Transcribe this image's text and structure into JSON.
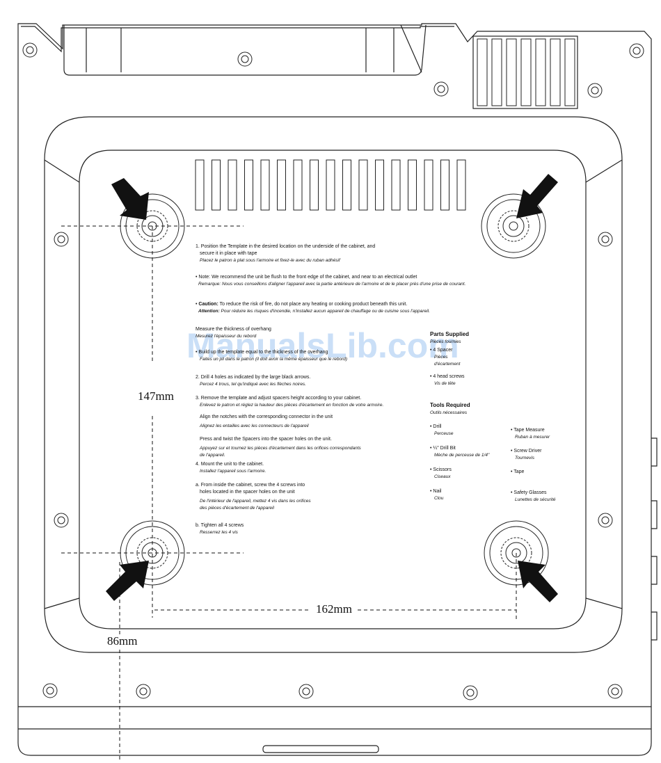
{
  "instructions": {
    "step1": "1. Position the Template in the desired location on the underside of the cabinet, and",
    "step1b": "secure it in place with tape",
    "step1_fr": "Placez le patron à plat sous l'armoire et fixez-le avec du ruban adhésif",
    "note": "• Note: We recommend the unit be flush to the front edge of the cabinet, and near to an electrical outlet",
    "note_fr": "Remarque: Nous vous conseillons d'aligner l'appareil avec la partie antérieure de l'armoire et de le placer près d'une prise de courant.",
    "caution_label": "Caution:",
    "caution": "To reduce the risk of fire, do not place any heating or cooking product beneath this unit.",
    "caution_fr_label": "Attention:",
    "caution_fr": "Pour réduire les risques d'incendie, n'installez aucun appareil de chauffage ou de cuisine sous l'appareil.",
    "measure": "Measure the thickness of overhang",
    "measure_fr": "Mesurez l'épaisseur du rebord",
    "build": "• Build up the template equal to the thickness of the overhang",
    "build_fr": "Faites un pli dans le patron (il doit avoir la même épaisseur que le rebord)",
    "step2": "2. Drill 4 holes as indicated by the large black arrows.",
    "step2_fr": "Percez 4 trous, tel qu'indiqué avec les flèches noires.",
    "step3": "3. Remove the template and adjust spacers height according to your cabinet.",
    "step3_fr": "Enlevez le patron et réglez la hauteur des pièces d'écartement en fonction de votre armoire.",
    "align": "Align the notches with the corresponding connector in the unit",
    "align_fr": "Alignez les entailles avec les connecteurs de l'appareil",
    "press": "Press and twist the Spacers into the spacer holes on the unit.",
    "press_fr1": "Appuyez sur et tournez les pièces d'écartement dans les orifices correspondants",
    "press_fr2": "de l'appareil.",
    "step4": "4. Mount the unit to the cabinet.",
    "step4_fr": "Installez l'appareil sous l'armoire.",
    "stepa1": "a. From inside the cabinet, screw the 4 screws into",
    "stepa2": "holes located in the spacer holes on the unit",
    "stepa_fr1": "De l'intérieur de l'appareil, mettez 4 vis dans les orifices",
    "stepa_fr2": "des pièces d'écartement de l'appareil",
    "stepb": "b. Tighten all 4 screws",
    "stepb_fr": "Resserrez les 4 vis"
  },
  "parts": {
    "title": "Parts Supplied",
    "title_fr": "Pièces fournies",
    "item1": "• 4 Spacer",
    "item1_fr1": "Pièces",
    "item1_fr2": "d'écartement",
    "item2": "• 4 head screws",
    "item2_fr": "Vis de tête"
  },
  "tools": {
    "title": "Tools Required",
    "title_fr": "Outils nécessaires",
    "left": [
      {
        "en": "• Drill",
        "fr": "Perceuse"
      },
      {
        "en": "• ¼\" Drill Bit",
        "fr": "Mèche de perceuse de 1/4\""
      },
      {
        "en": "• Scissors",
        "fr": "Ciseaux"
      },
      {
        "en": "• Nail",
        "fr": "Clou"
      }
    ],
    "right": [
      {
        "en": "• Tape Measure",
        "fr": "Ruban à mesurer"
      },
      {
        "en": "• Screw Driver",
        "fr": "Tournevis"
      },
      {
        "en": "• Tape",
        "fr": ""
      },
      {
        "en": "• Safety Glasses",
        "fr": "Lunettes de sécurité"
      }
    ]
  },
  "dimensions": {
    "vertical": "147mm",
    "horizontal": "162mm",
    "offset": "86mm"
  },
  "watermark": "ManualsLib.com"
}
